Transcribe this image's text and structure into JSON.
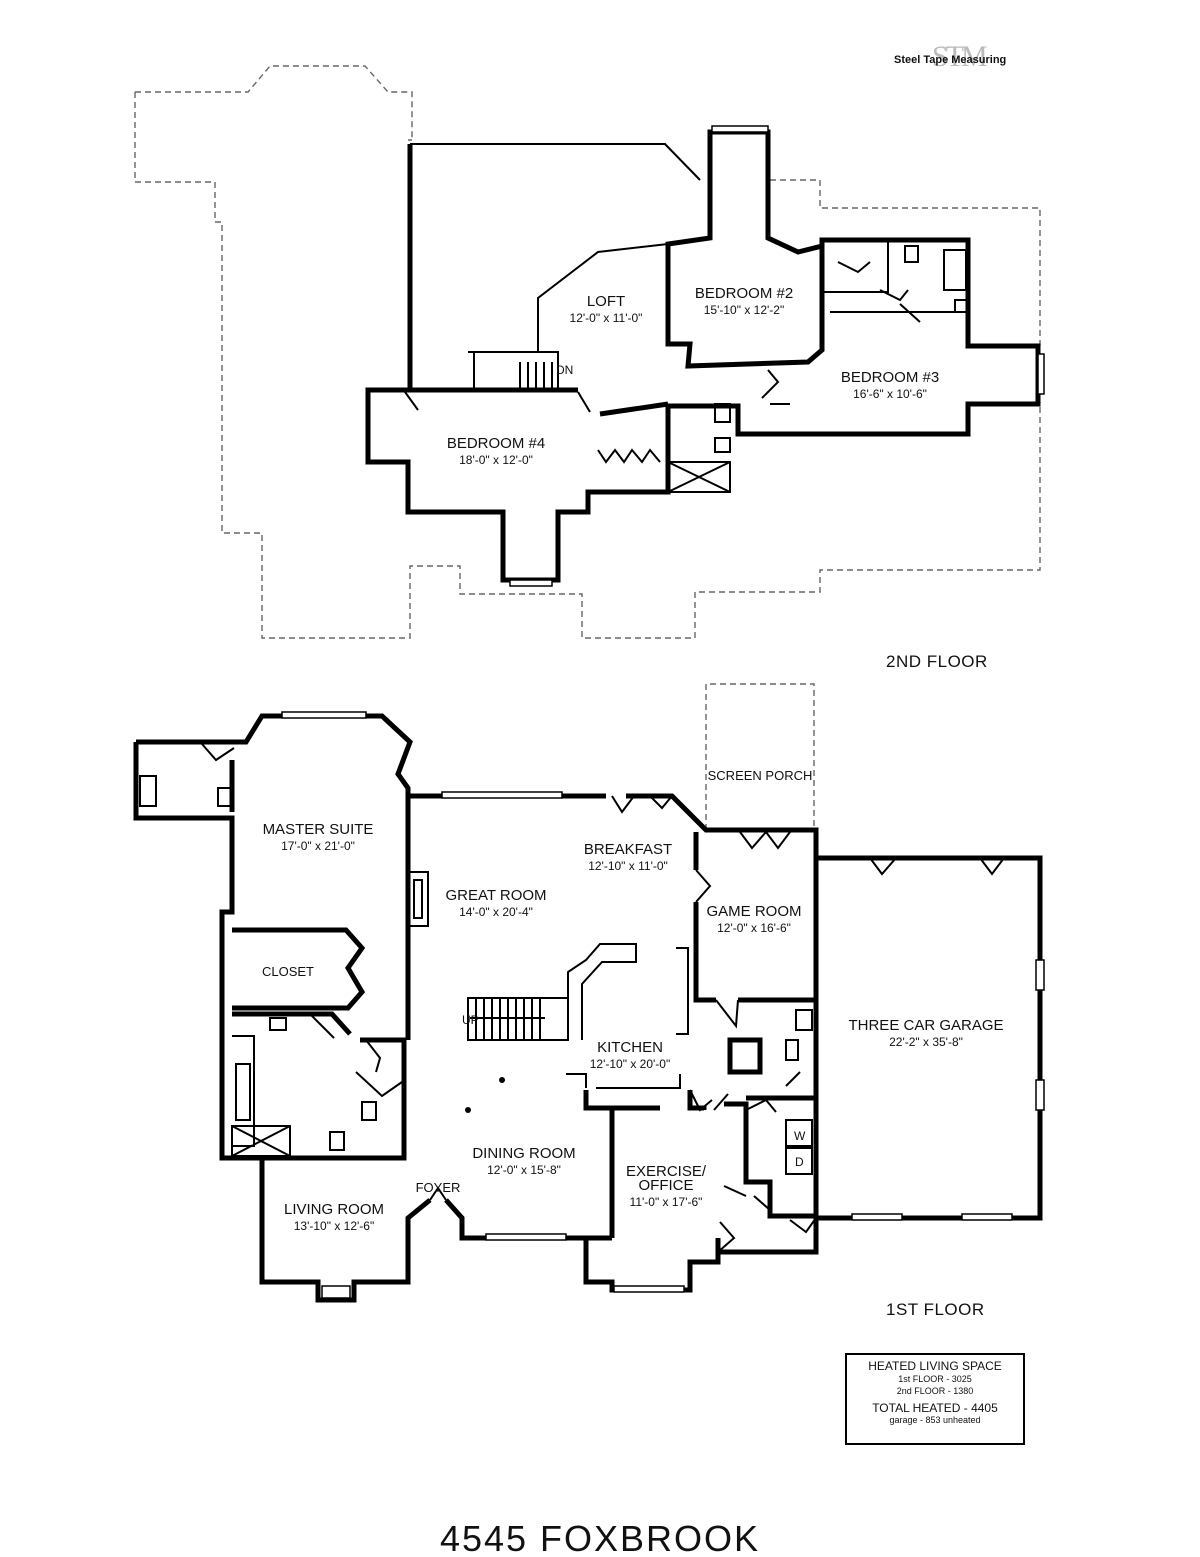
{
  "logo": {
    "mark": "STM",
    "text": "Steel Tape Measuring"
  },
  "floors": {
    "second": {
      "label": "2ND FLOOR",
      "rooms": [
        {
          "id": "loft",
          "name": "LOFT",
          "dims": "12'-0\" x 11'-0\""
        },
        {
          "id": "bedroom2",
          "name": "BEDROOM #2",
          "dims": "15'-10\" x 12'-2\""
        },
        {
          "id": "bedroom3",
          "name": "BEDROOM #3",
          "dims": "16'-6\" x 10'-6\""
        },
        {
          "id": "bedroom4",
          "name": "BEDROOM #4",
          "dims": "18'-0\" x 12'-0\""
        }
      ],
      "stair_label": "DN"
    },
    "first": {
      "label": "1ST FLOOR",
      "rooms": [
        {
          "id": "master",
          "name": "MASTER SUITE",
          "dims": "17'-0\" x 21'-0\""
        },
        {
          "id": "closet",
          "name": "CLOSET",
          "dims": ""
        },
        {
          "id": "great",
          "name": "GREAT ROOM",
          "dims": "14'-0\" x 20'-4\""
        },
        {
          "id": "breakfast",
          "name": "BREAKFAST",
          "dims": "12'-10\" x 11'-0\""
        },
        {
          "id": "game",
          "name": "GAME ROOM",
          "dims": "12'-0\" x 16'-6\""
        },
        {
          "id": "garage",
          "name": "THREE CAR GARAGE",
          "dims": "22'-2\" x 35'-8\""
        },
        {
          "id": "kitchen",
          "name": "KITCHEN",
          "dims": "12'-10\" x 20'-0\""
        },
        {
          "id": "dining",
          "name": "DINING ROOM",
          "dims": "12'-0\" x 15'-8\""
        },
        {
          "id": "exercise",
          "name": "EXERCISE/",
          "name2": "OFFICE",
          "dims": "11'-0\" x 17'-6\""
        },
        {
          "id": "living",
          "name": "LIVING ROOM",
          "dims": "13'-10\" x 12'-6\""
        },
        {
          "id": "screen",
          "name": "SCREEN PORCH",
          "dims": ""
        },
        {
          "id": "foyer",
          "name": "FOYER",
          "dims": ""
        }
      ],
      "stair_label": "UP",
      "washer": "W",
      "dryer": "D"
    }
  },
  "summary": {
    "heading": "HEATED LIVING SPACE",
    "first_floor": "1st FLOOR - 3025",
    "second_floor": "2nd FLOOR - 1380",
    "total": "TOTAL HEATED - 4405",
    "garage": "garage - 853 unheated"
  },
  "address": "4545 FOXBROOK"
}
